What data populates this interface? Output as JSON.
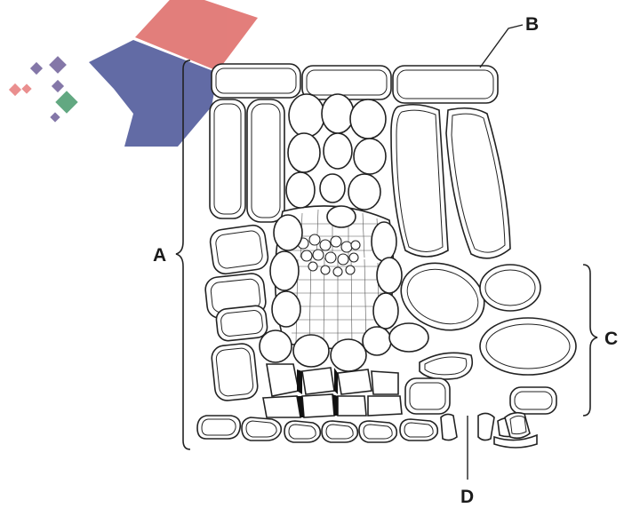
{
  "labels": {
    "a": "A",
    "b": "B",
    "c": "C",
    "d": "D"
  },
  "watermark": {
    "colors": {
      "red": "#d9534f",
      "navy": "#2e3a87",
      "green": "#2e8b57",
      "purple": "#5b4a8b"
    }
  }
}
